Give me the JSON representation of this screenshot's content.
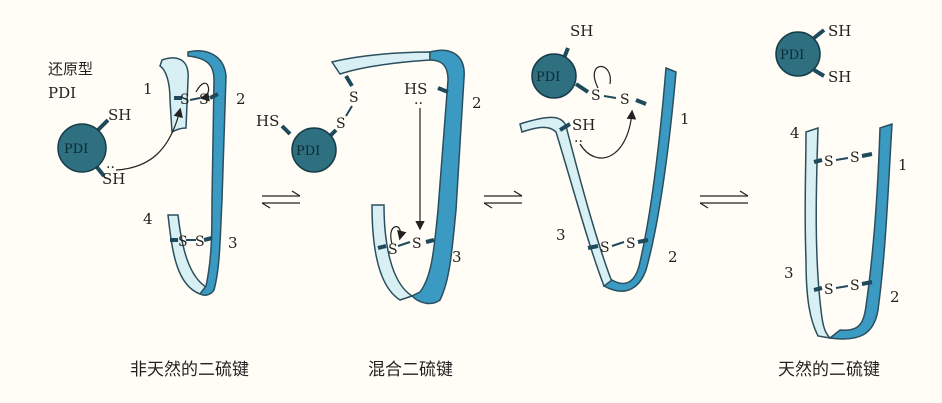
{
  "labels": {
    "reduced_pdi": "还原型",
    "pdi": "PDI",
    "sh": "SH",
    "hs": "HS",
    "s": "S",
    "dots": "..",
    "n1": "1",
    "n2": "2",
    "n3": "3",
    "n4": "4"
  },
  "captions": [
    "非天然的二硫键",
    "混合二硫键",
    "天然的二硫键"
  ],
  "colors": {
    "ribbon_dark": "#3b9ac2",
    "ribbon_light": "#d8f0f3",
    "ribbon_stroke": "#2b4f5e",
    "pdi_ball": "#2e6f80",
    "bond": "#1e4a5c"
  }
}
